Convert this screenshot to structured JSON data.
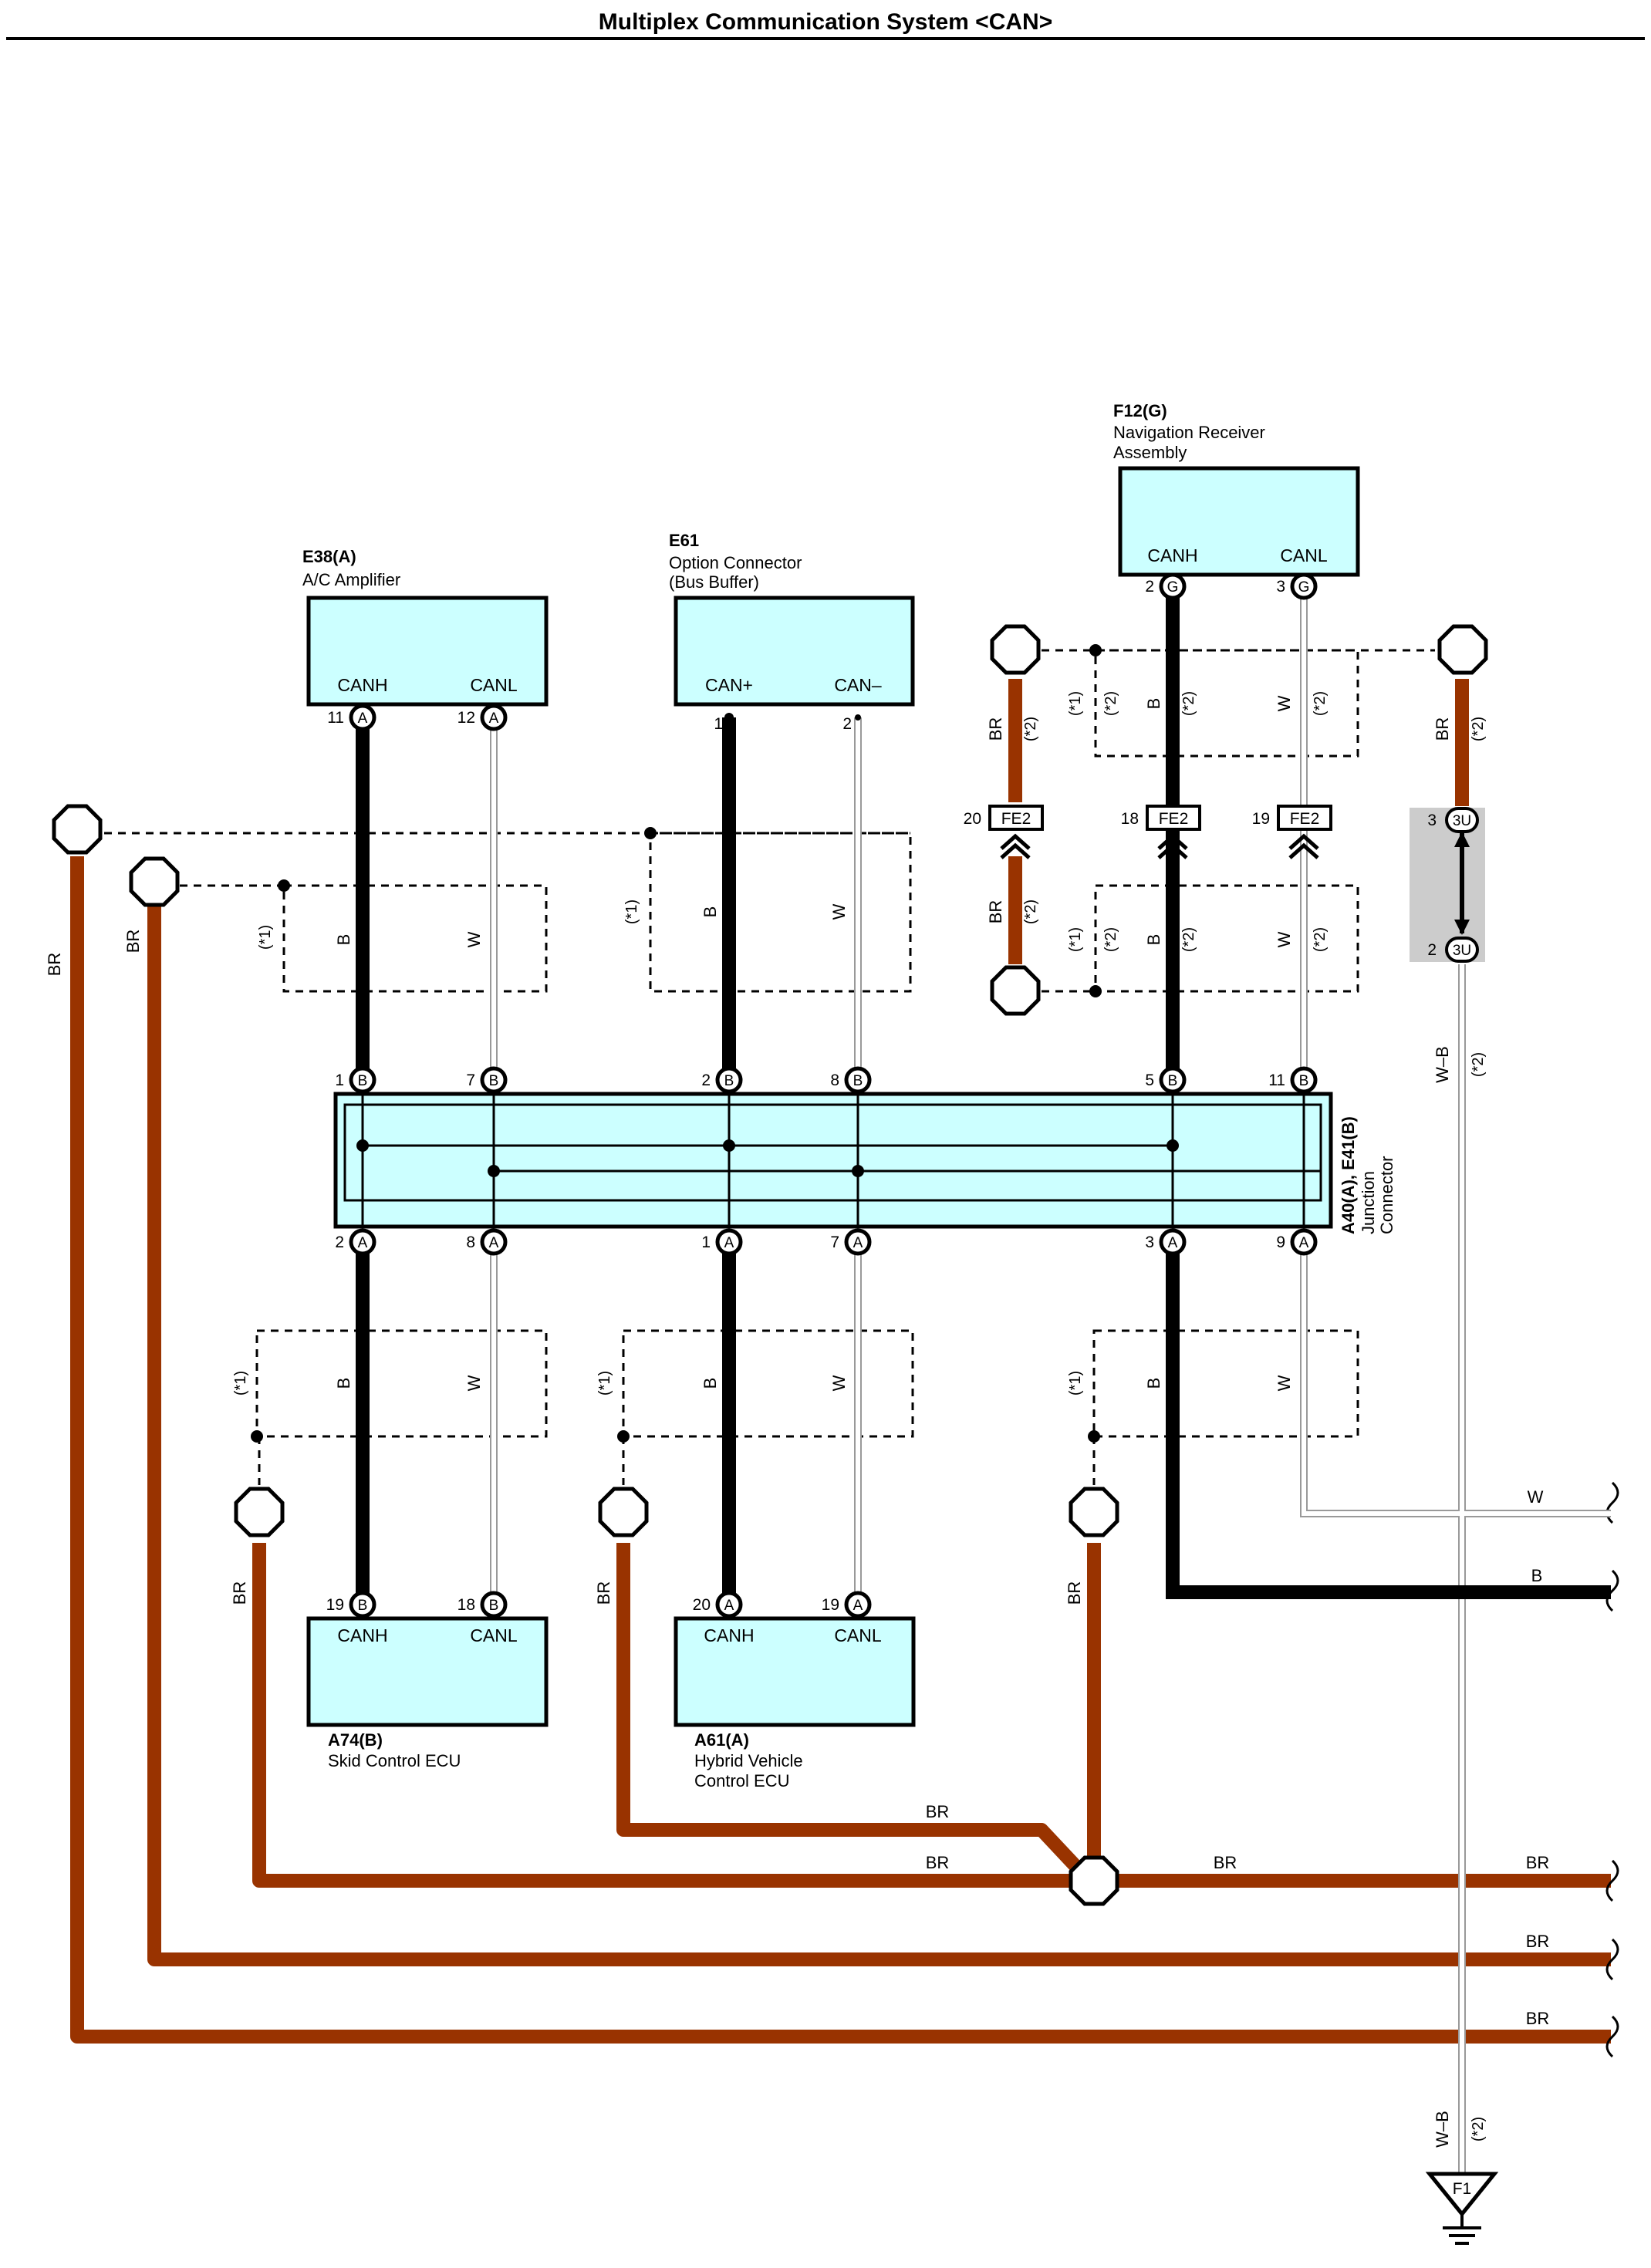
{
  "title": "Multiplex Communication System <CAN>",
  "colors": {
    "brown_wire": "#993300",
    "black_wire": "#000000",
    "white_wire": "#bbbbbb",
    "component_fill": "#ccffff",
    "connector_fill": "#cccccc"
  },
  "components": {
    "ac_amp": {
      "id": "E38(A)",
      "name": "A/C Amplifier",
      "pin1": "CANH",
      "pin2": "CANL",
      "p1no": "11",
      "p1c": "A",
      "p2no": "12",
      "p2c": "A"
    },
    "option": {
      "id": "E61",
      "name1": "Option Connector",
      "name2": "(Bus Buffer)",
      "pin1": "CAN+",
      "pin2": "CAN–",
      "p1no": "1",
      "p2no": "2"
    },
    "nav": {
      "id": "F12(G)",
      "name1": "Navigation Receiver",
      "name2": "Assembly",
      "pin1": "CANH",
      "pin2": "CANL",
      "p1no": "2",
      "p1c": "G",
      "p2no": "3",
      "p2c": "G"
    },
    "skid": {
      "id": "A74(B)",
      "name": "Skid Control ECU",
      "pin1": "CANH",
      "pin2": "CANL",
      "p1no": "19",
      "p1c": "B",
      "p2no": "18",
      "p2c": "B"
    },
    "hybrid": {
      "id": "A61(A)",
      "name1": "Hybrid Vehicle",
      "name2": "Control ECU",
      "pin1": "CANH",
      "pin2": "CANL",
      "p1no": "20",
      "p1c": "A",
      "p2no": "19",
      "p2c": "A"
    },
    "junction": {
      "id": "A40(A), E41(B)",
      "name1": "Junction",
      "name2": "Connector"
    }
  },
  "junction_pins_top": [
    {
      "no": "1",
      "code": "B"
    },
    {
      "no": "7",
      "code": "B"
    },
    {
      "no": "2",
      "code": "B"
    },
    {
      "no": "8",
      "code": "B"
    },
    {
      "no": "5",
      "code": "B"
    },
    {
      "no": "11",
      "code": "B"
    }
  ],
  "junction_pins_bottom": [
    {
      "no": "2",
      "code": "A"
    },
    {
      "no": "8",
      "code": "A"
    },
    {
      "no": "1",
      "code": "A"
    },
    {
      "no": "7",
      "code": "A"
    },
    {
      "no": "3",
      "code": "A"
    },
    {
      "no": "9",
      "code": "A"
    }
  ],
  "connectors": {
    "fe2": "FE2",
    "fe2_pins": [
      "20",
      "18",
      "19"
    ],
    "u3": "3U",
    "u3_top_pin": "3",
    "u3_bottom_pin": "2",
    "ground": "F1"
  },
  "wire_labels": {
    "br": "BR",
    "b": "B",
    "w": "W",
    "wb": "W–B",
    "note1": "(*1)",
    "note2": "(*2)"
  }
}
